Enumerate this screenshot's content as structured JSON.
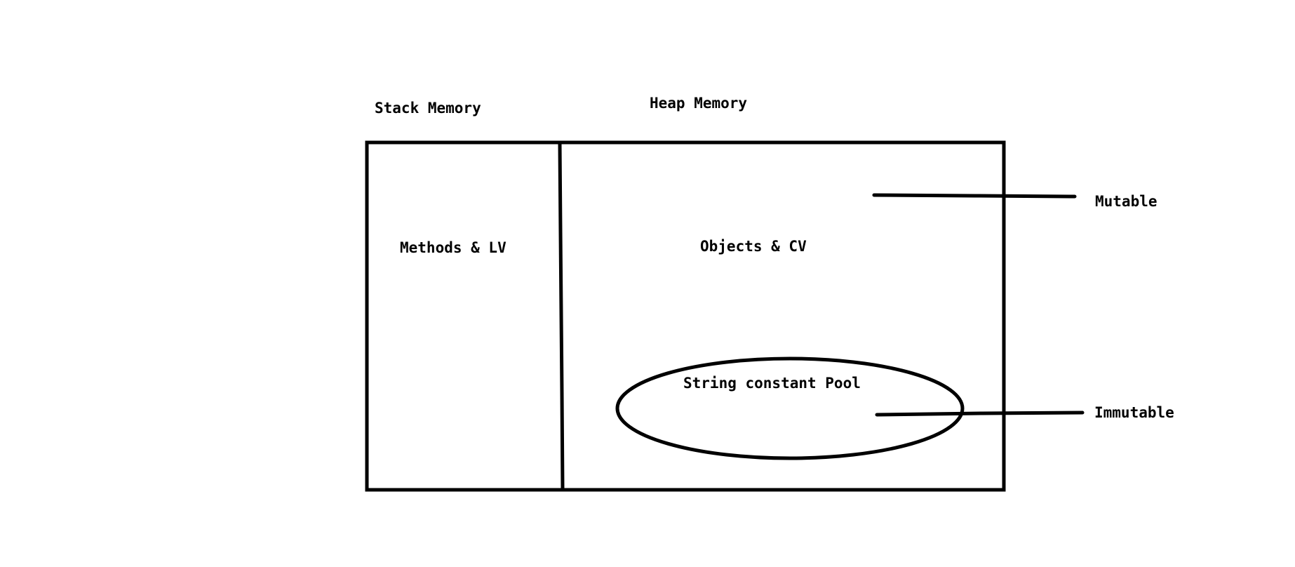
{
  "colors": {
    "ink": "#000000",
    "background": "#ffffff"
  },
  "labels": {
    "stack_memory": "Stack Memory",
    "heap_memory": "Heap Memory",
    "methods_lv": "Methods & LV",
    "objects_cv": "Objects & CV",
    "string_pool": "String constant Pool",
    "mutable": "Mutable",
    "immutable": "Immutable"
  }
}
